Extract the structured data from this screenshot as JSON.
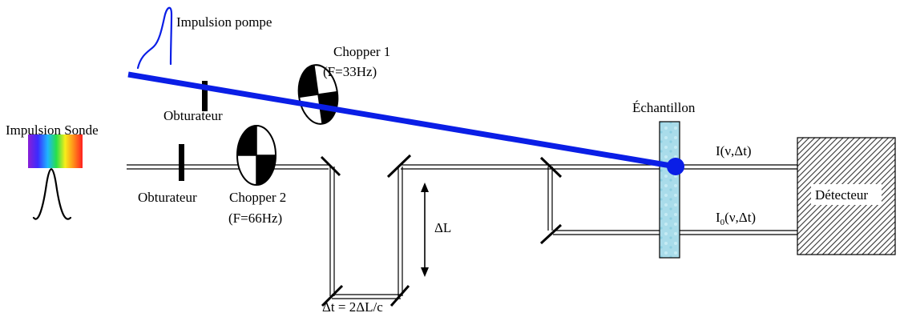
{
  "labels": {
    "pump_pulse": "Impulsion pompe",
    "chopper1_name": "Chopper 1",
    "chopper1_freq": "(F=33Hz)",
    "shutter_pump": "Obturateur",
    "probe_pulse": "Impulsion Sonde",
    "shutter_probe": "Obturateur",
    "chopper2_name": "Chopper 2",
    "chopper2_freq": "(F=66Hz)",
    "delta_l": "ΔL",
    "delta_t": "Δt = 2ΔL/c",
    "sample": "Échantillon",
    "signal_top": "I(ν,Δt)",
    "signal_bottom_i": "I",
    "signal_bottom_sub": "0",
    "signal_bottom_rest": "(ν,Δt)",
    "detector": "Détecteur"
  },
  "colors": {
    "pump_beam": "#0a1ee6",
    "sample_fill": "#a9dcea",
    "detector_hatch": "#555555"
  }
}
